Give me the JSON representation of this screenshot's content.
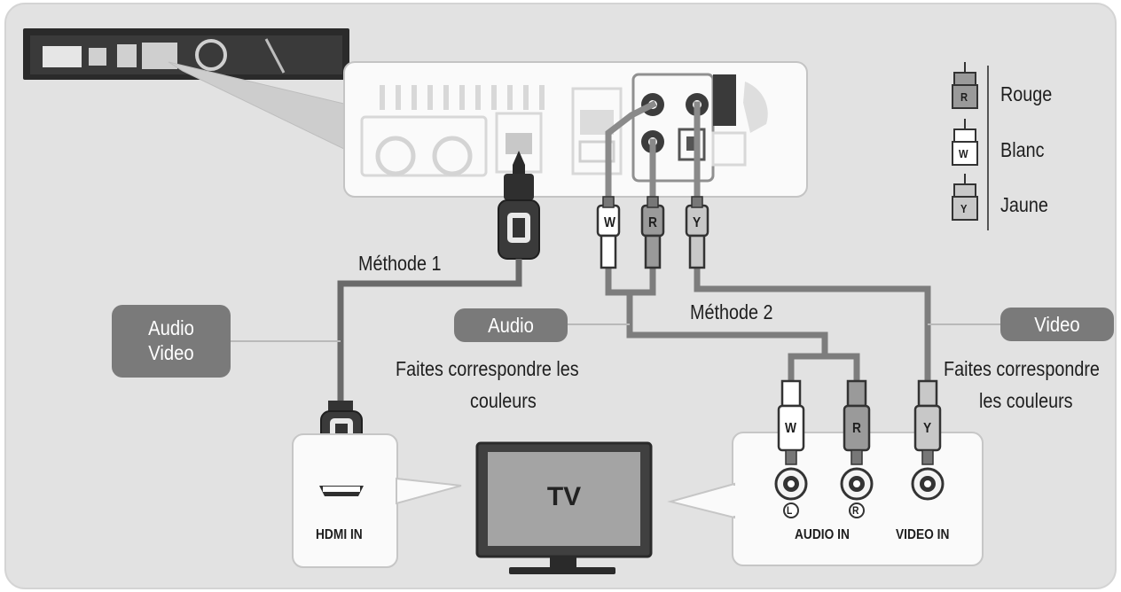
{
  "method1": "Méthode 1",
  "method2": "Méthode 2",
  "tags": {
    "audio_video_line1": "Audio",
    "audio_video_line2": "Video",
    "audio": "Audio",
    "video": "Video"
  },
  "notes": {
    "audio_line1": "Faites correspondre les",
    "audio_line2": "couleurs",
    "video_line1": "Faites correspondre",
    "video_line2": "les couleurs"
  },
  "tv_label": "TV",
  "hdmi_in": "HDMI IN",
  "audio_in": "AUDIO IN",
  "video_in": "VIDEO IN",
  "jack_left": "L",
  "jack_right": "R",
  "plugs": {
    "white": "W",
    "red": "R",
    "yellow": "Y"
  },
  "legend": [
    {
      "letter": "R",
      "name": "Rouge"
    },
    {
      "letter": "W",
      "name": "Blanc"
    },
    {
      "letter": "Y",
      "name": "Jaune"
    }
  ],
  "colors": {
    "background_panel": "#e2e2e2",
    "cable": "#7d7d7d",
    "tag_fill": "#7a7a7a",
    "player_body": "#2a2a2a"
  }
}
